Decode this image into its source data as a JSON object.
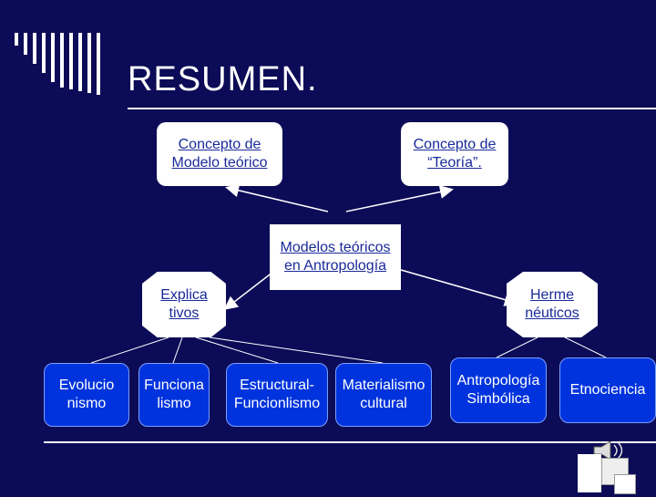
{
  "title": "RESUMEN.",
  "nodes": {
    "concepto_modelo": "Concepto de\nModelo teórico",
    "concepto_teoria": "Concepto de\n“Teoría”.",
    "modelos_teoricos": "Modelos teóricos\nen Antropología",
    "explicativos": "Explica\ntivos",
    "hermeneuticos": "Herme\nnéuticos",
    "evolucionismo": "Evolucio\nnismo",
    "funcionalismo": "Funciona\nlismo",
    "estructural_funcionalismo": "Estructural-\nFuncionlismo",
    "materialismo_cultural": "Materialismo\ncultural",
    "antropologia_simbolica": "Antropología\nSimbólica",
    "etnociencia": "Etnociencia"
  },
  "colors": {
    "background": "#0b0b57",
    "box_text": "#1a2a9a",
    "bottom_box": "#0033dd"
  },
  "icons": [
    "speaker-icon",
    "document-stack-icon"
  ]
}
